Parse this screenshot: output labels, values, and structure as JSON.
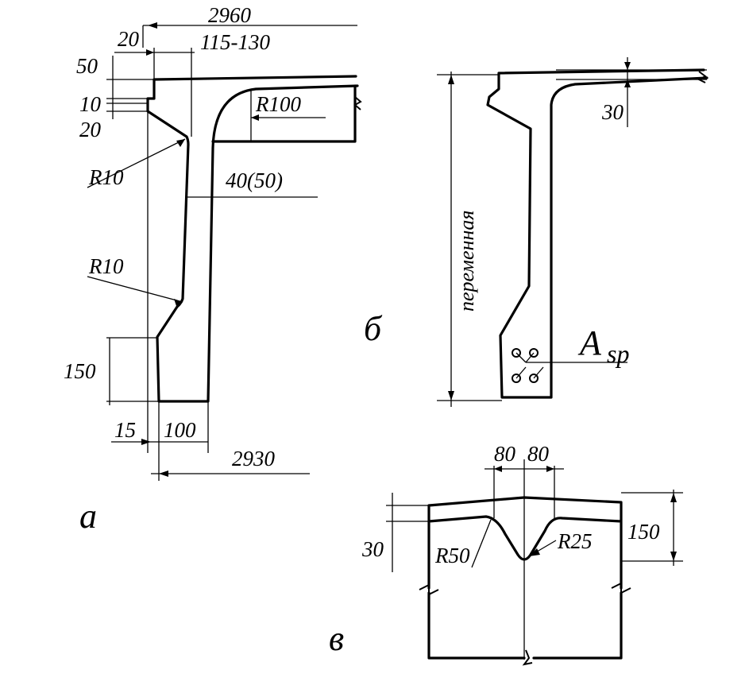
{
  "figure_a": {
    "label": "а",
    "dims": {
      "top_width": "2960",
      "skew_20": "20",
      "web_top": "115-130",
      "flange_50": "50",
      "notch_10": "10",
      "notch_20": "20",
      "fillet_r100": "R100",
      "radius_r10_upper": "R10",
      "web_bottom_gap": "40(50)",
      "radius_r10_lower": "R10",
      "base_150": "150",
      "offset_15": "15",
      "base_100": "100",
      "bottom_width": "2930"
    }
  },
  "figure_b": {
    "label": "б",
    "height_label": "переменная",
    "dim_30": "30",
    "rebar_label_main": "A",
    "rebar_label_sub": "sp"
  },
  "figure_v": {
    "label": "в",
    "dims": {
      "left_80": "80",
      "right_80": "80",
      "left_30": "30",
      "radius_r50": "R50",
      "radius_r25": "R25",
      "right_150": "150"
    }
  }
}
